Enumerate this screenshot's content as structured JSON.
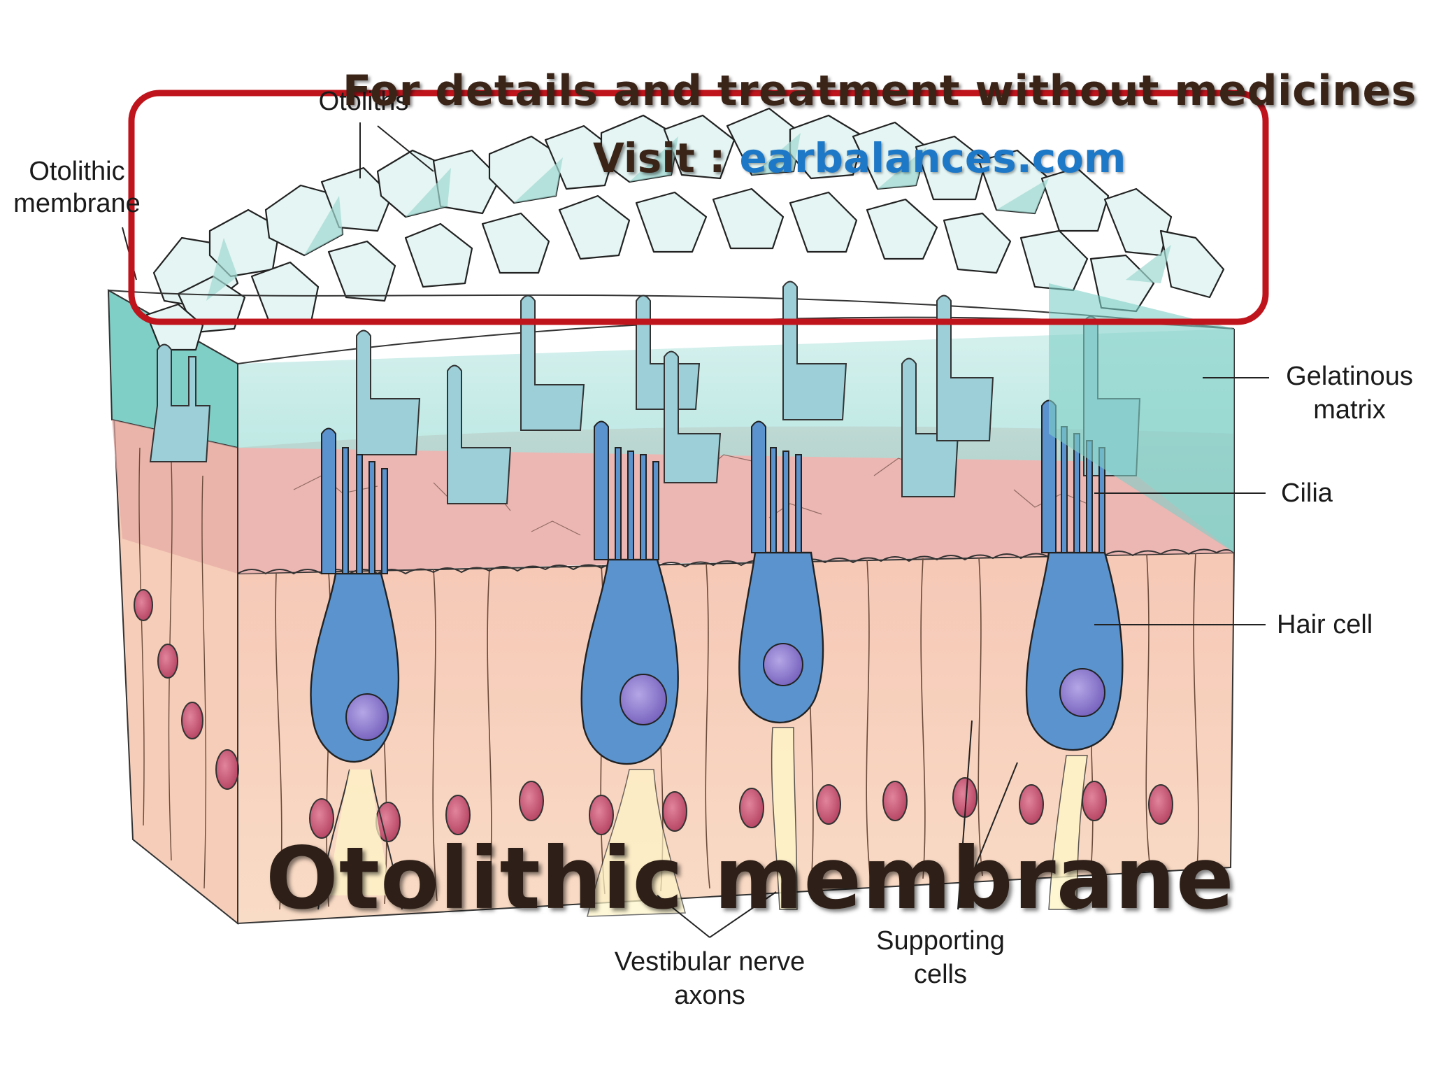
{
  "banner": {
    "line1": "For details and treatment without medicines",
    "visit_prefix": "Visit : ",
    "link": "earbalances.com"
  },
  "title": "Otolithic membrane",
  "labels": {
    "otoliths": "Otoliths",
    "otolithic_membrane_1": "Otolithic",
    "otolithic_membrane_2": "membrane",
    "gelatinous_1": "Gelatinous",
    "gelatinous_2": "matrix",
    "cilia": "Cilia",
    "hair_cell": "Hair cell",
    "supporting_1": "Supporting",
    "supporting_2": "cells",
    "vestibular_1": "Vestibular nerve",
    "vestibular_2": "axons"
  },
  "colors": {
    "highlight_box": "#c0141c",
    "gel": "#7ed0c8",
    "crystal": "#e6f6f4",
    "pink_layer": "#e9a8a4",
    "tissue": "#f7d2b8",
    "hair_cell": "#5b93cf",
    "nucleus": "#8a78c8",
    "support_nucleus": "#cc5a7a",
    "link": "#1e78c8"
  }
}
